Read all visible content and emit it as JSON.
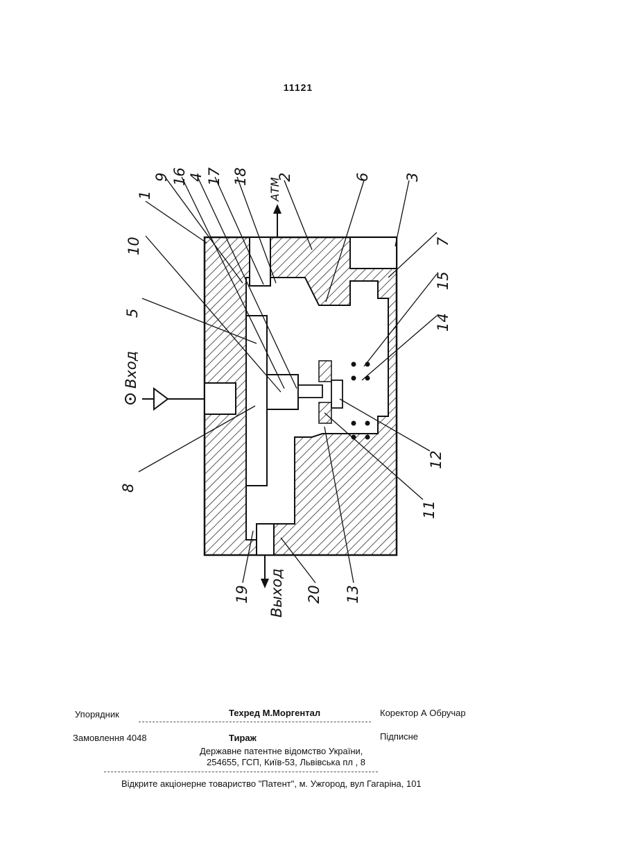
{
  "header": {
    "page_number": "11121"
  },
  "drawing": {
    "labels": {
      "l1": "1",
      "l9": "9",
      "l16": "16",
      "l4": "4",
      "l17": "17",
      "l18": "18",
      "atm": "АТМ",
      "l2": "2",
      "l6": "6",
      "l3": "3",
      "l10": "10",
      "l5": "5",
      "vhod": "Вход",
      "l7": "7",
      "l15": "15",
      "l14": "14",
      "l12": "12",
      "l11": "11",
      "l8": "8",
      "l19": "19",
      "vyhod": "Выход",
      "l20": "20",
      "l13": "13"
    }
  },
  "footer": {
    "compiler_label": "Упорядник",
    "techred": "Техред М.Моргентал",
    "corrector": "Коректор А  Обручар",
    "order": "Замовлення  4048",
    "circulation": "Тираж",
    "signed": "Підписне",
    "office_line1": "Державне патентне відомство України,",
    "office_line2": "254655, ГСП, Київ-53, Львівська пл , 8",
    "company": "Відкрите акціонерне товариство \"Патент\", м. Ужгород, вул Гагаріна, 101"
  }
}
